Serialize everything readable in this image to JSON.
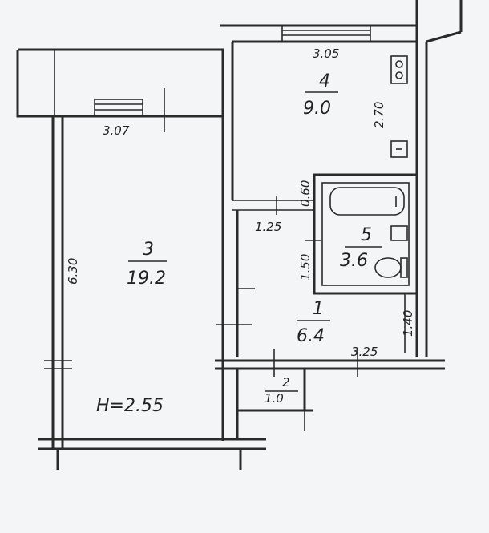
{
  "rooms": [
    {
      "number": "4",
      "area": "9.0"
    },
    {
      "number": "3",
      "area": "19.2"
    },
    {
      "number": "5",
      "area": "3.6"
    },
    {
      "number": "1",
      "area": "6.4"
    },
    {
      "number": "2",
      "area": "1.0"
    }
  ],
  "dimensions": {
    "kitchen_width": "3.05",
    "room_width": "3.07",
    "kitchen_depth": "2.70",
    "room_depth": "6.30",
    "bath_gap": "0.60",
    "hall_width": "1.25",
    "bath_depth": "1.50",
    "hall_length": "3.25",
    "hall_depth": "1.40"
  },
  "ceiling_height": "H=2.55"
}
